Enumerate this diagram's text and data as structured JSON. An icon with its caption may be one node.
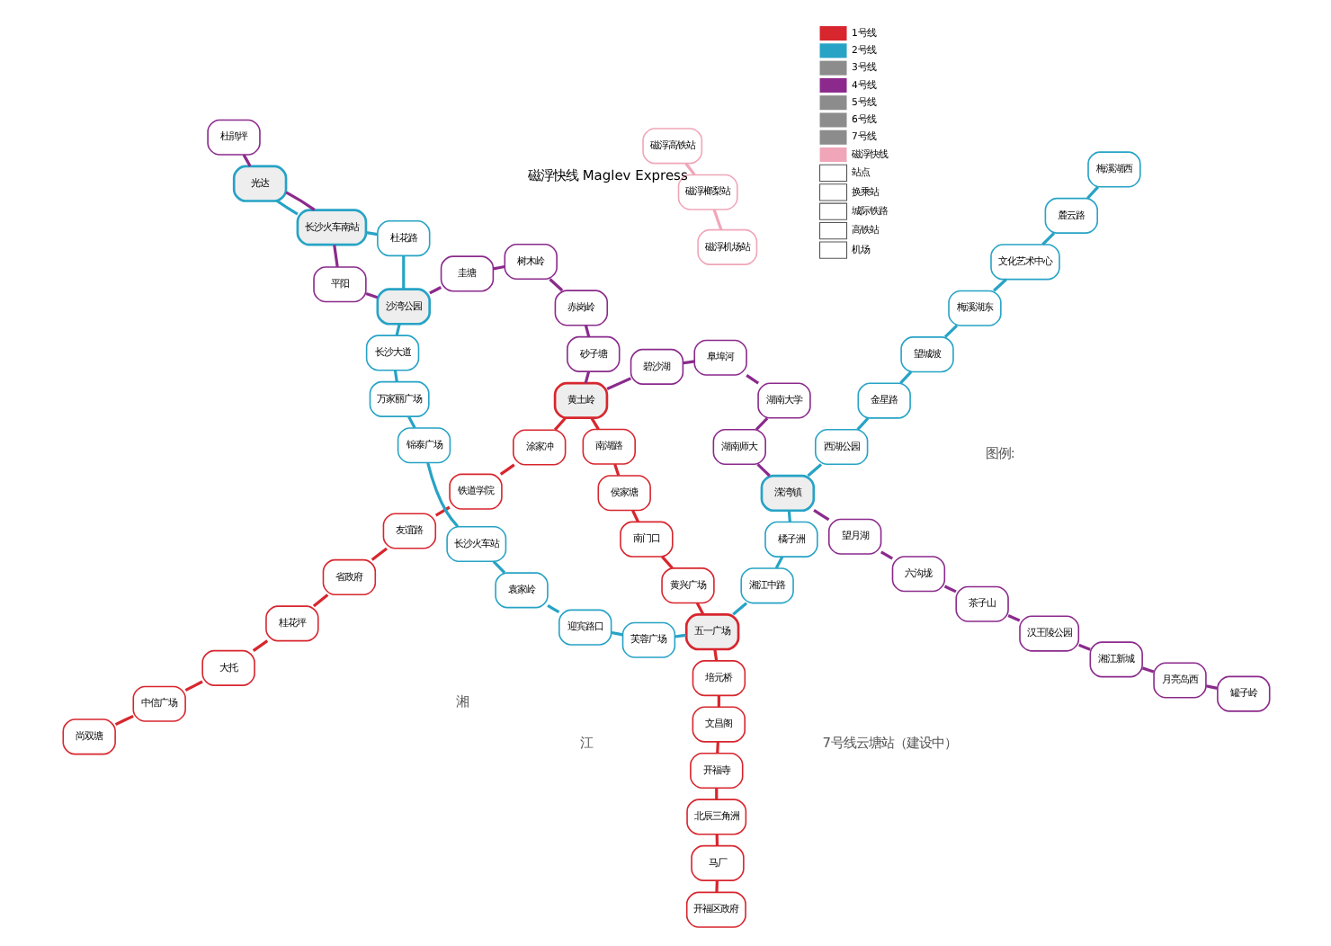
{
  "diagram": {
    "nodes": [
      {
        "text": [
          "开福区政府"
        ]
      },
      {
        "text": [
          "马厂"
        ]
      },
      {
        "text": [
          "北辰三角洲"
        ]
      },
      {
        "text": [
          "开福寺"
        ]
      },
      {
        "text": [
          "文昌阁"
        ]
      },
      {
        "text": [
          "培元桥"
        ]
      },
      {
        "text": [
          "五一广场"
        ]
      },
      {
        "text": [
          "黄兴广场"
        ]
      },
      {
        "text": [
          "南门口"
        ]
      },
      {
        "text": [
          "侯家塘"
        ]
      },
      {
        "text": [
          "南湖路"
        ]
      },
      {
        "text": [
          "黄土岭"
        ]
      },
      {
        "text": [
          "涂家冲"
        ]
      },
      {
        "text": [
          "铁道学院"
        ]
      },
      {
        "text": [
          "友谊路"
        ]
      },
      {
        "text": [
          "省政府"
        ]
      },
      {
        "text": [
          "桂花坪"
        ]
      },
      {
        "text": [
          "大托"
        ]
      },
      {
        "text": [
          "中信广场"
        ]
      },
      {
        "text": [
          "尚双塘"
        ]
      },
      {
        "text": [
          "梅溪湖西"
        ]
      },
      {
        "text": [
          "麓云路"
        ]
      },
      {
        "text": [
          "文化艺术中心"
        ]
      },
      {
        "text": [
          "梅溪湖东"
        ]
      },
      {
        "text": [
          "望城坡"
        ]
      },
      {
        "text": [
          "金星路"
        ]
      },
      {
        "text": [
          "西湖公园"
        ]
      },
      {
        "text": [
          "溁湾镇"
        ]
      },
      {
        "text": [
          "橘子洲"
        ]
      },
      {
        "text": [
          "湘江中路"
        ]
      },
      {
        "text": [
          "芙蓉广场"
        ]
      },
      {
        "text": [
          "迎宾路口"
        ]
      },
      {
        "text": [
          "袁家岭"
        ]
      },
      {
        "text": [
          "长沙火车站"
        ]
      },
      {
        "text": [
          "锦泰广场"
        ]
      },
      {
        "text": [
          "万家丽广场"
        ]
      },
      {
        "text": [
          "长沙大道"
        ]
      },
      {
        "text": [
          "沙湾公园"
        ]
      },
      {
        "text": [
          "杜花路"
        ]
      },
      {
        "text": [
          "长沙火车南站"
        ]
      },
      {
        "text": [
          "光达"
        ]
      },
      {
        "text": [
          "罐子岭"
        ]
      },
      {
        "text": [
          "月亮岛西"
        ]
      },
      {
        "text": [
          "湘江新城"
        ]
      },
      {
        "text": [
          "汉王陵公园"
        ]
      },
      {
        "text": [
          "茶子山"
        ]
      },
      {
        "text": [
          "六沟垅"
        ]
      },
      {
        "text": [
          "望月湖"
        ]
      },
      {
        "text": [
          "湖南师大"
        ]
      },
      {
        "text": [
          "湖南大学"
        ]
      },
      {
        "text": [
          "阜埠河"
        ]
      },
      {
        "text": [
          "碧沙湖"
        ]
      },
      {
        "text": [
          "砂子塘"
        ]
      },
      {
        "text": [
          "赤岗岭"
        ]
      },
      {
        "text": [
          "树木岭"
        ]
      },
      {
        "text": [
          "圭塘"
        ]
      },
      {
        "text": [
          "平阳"
        ]
      },
      {
        "text": [
          "杜鹃坪"
        ]
      },
      {
        "text": [
          "磁浮高铁站"
        ]
      },
      {
        "text": [
          "磁浮榔梨站"
        ]
      },
      {
        "text": [
          "磁浮机场站"
        ]
      }
    ],
    "edges": [
      {
        "from": 0,
        "to": 1,
        "arrow": "none",
        "color": "#d7262e"
      },
      {
        "from": 1,
        "to": 2,
        "arrow": "none",
        "color": "#d7262e"
      },
      {
        "from": 2,
        "to": 3,
        "arrow": "none",
        "color": "#d7262e"
      },
      {
        "from": 3,
        "to": 4,
        "arrow": "none",
        "color": "#d7262e"
      },
      {
        "from": 4,
        "to": 5,
        "arrow": "none",
        "color": "#d7262e"
      },
      {
        "from": 5,
        "to": 6,
        "arrow": "none",
        "color": "#d7262e"
      },
      {
        "from": 6,
        "to": 7,
        "arrow": "none",
        "color": "#d7262e"
      },
      {
        "from": 7,
        "to": 8,
        "arrow": "none",
        "color": "#d7262e"
      },
      {
        "from": 8,
        "to": 9,
        "arrow": "none",
        "color": "#d7262e"
      },
      {
        "from": 9,
        "to": 10,
        "arrow": "none",
        "color": "#d7262e"
      },
      {
        "from": 10,
        "to": 11,
        "arrow": "none",
        "color": "#d7262e"
      },
      {
        "from": 11,
        "to": 12,
        "arrow": "none",
        "color": "#d7262e"
      },
      {
        "from": 12,
        "to": 13,
        "arrow": "none",
        "color": "#d7262e"
      },
      {
        "from": 13,
        "to": 14,
        "arrow": "none",
        "color": "#d7262e"
      },
      {
        "from": 14,
        "to": 15,
        "arrow": "none",
        "color": "#d7262e"
      },
      {
        "from": 15,
        "to": 16,
        "arrow": "none",
        "color": "#d7262e"
      },
      {
        "from": 16,
        "to": 17,
        "arrow": "none",
        "color": "#d7262e"
      },
      {
        "from": 17,
        "to": 18,
        "arrow": "none",
        "color": "#d7262e"
      },
      {
        "from": 18,
        "to": 19,
        "arrow": "none",
        "color": "#d7262e"
      },
      {
        "from": 20,
        "to": 21,
        "arrow": "none",
        "color": "#27a3c5"
      },
      {
        "from": 21,
        "to": 22,
        "arrow": "none",
        "color": "#27a3c5"
      },
      {
        "from": 22,
        "to": 23,
        "arrow": "none",
        "color": "#27a3c5"
      },
      {
        "from": 23,
        "to": 24,
        "arrow": "none",
        "color": "#27a3c5"
      },
      {
        "from": 24,
        "to": 25,
        "arrow": "none",
        "color": "#27a3c5"
      },
      {
        "from": 25,
        "to": 26,
        "arrow": "none",
        "color": "#27a3c5"
      },
      {
        "from": 26,
        "to": 27,
        "arrow": "none",
        "color": "#27a3c5"
      },
      {
        "from": 27,
        "to": 28,
        "arrow": "none",
        "color": "#27a3c5"
      },
      {
        "from": 28,
        "to": 29,
        "arrow": "none",
        "color": "#27a3c5"
      },
      {
        "from": 29,
        "to": 6,
        "arrow": "none",
        "color": "#27a3c5"
      },
      {
        "from": 6,
        "to": 30,
        "arrow": "none",
        "color": "#27a3c5"
      },
      {
        "from": 30,
        "to": 31,
        "arrow": "none",
        "color": "#27a3c5"
      },
      {
        "from": 31,
        "to": 32,
        "arrow": "none",
        "color": "#27a3c5"
      },
      {
        "from": 32,
        "to": 33,
        "arrow": "none",
        "color": "#27a3c5"
      },
      {
        "from": 33,
        "to": 34,
        "arrow": "none",
        "color": "#27a3c5"
      },
      {
        "from": 34,
        "to": 35,
        "arrow": "none",
        "color": "#27a3c5"
      },
      {
        "from": 35,
        "to": 36,
        "arrow": "none",
        "color": "#27a3c5"
      },
      {
        "from": 36,
        "to": 37,
        "arrow": "none",
        "color": "#27a3c5"
      },
      {
        "from": 37,
        "to": 38,
        "arrow": "none",
        "color": "#27a3c5"
      },
      {
        "from": 38,
        "to": 39,
        "arrow": "none",
        "color": "#27a3c5"
      },
      {
        "from": 39,
        "to": 40,
        "arrow": "none",
        "color": "#27a3c5"
      },
      {
        "from": 41,
        "to": 42,
        "arrow": "none",
        "color": "#8b2a8c"
      },
      {
        "from": 42,
        "to": 43,
        "arrow": "none",
        "color": "#8b2a8c"
      },
      {
        "from": 43,
        "to": 44,
        "arrow": "none",
        "color": "#8b2a8c"
      },
      {
        "from": 44,
        "to": 45,
        "arrow": "none",
        "color": "#8b2a8c"
      },
      {
        "from": 45,
        "to": 46,
        "arrow": "none",
        "color": "#8b2a8c"
      },
      {
        "from": 46,
        "to": 47,
        "arrow": "none",
        "color": "#8b2a8c"
      },
      {
        "from": 47,
        "to": 27,
        "arrow": "none",
        "color": "#8b2a8c"
      },
      {
        "from": 27,
        "to": 48,
        "arrow": "none",
        "color": "#8b2a8c"
      },
      {
        "from": 48,
        "to": 49,
        "arrow": "none",
        "color": "#8b2a8c"
      },
      {
        "from": 49,
        "to": 50,
        "arrow": "none",
        "color": "#8b2a8c"
      },
      {
        "from": 50,
        "to": 51,
        "arrow": "none",
        "color": "#8b2a8c"
      },
      {
        "from": 51,
        "to": 11,
        "arrow": "none",
        "color": "#8b2a8c"
      },
      {
        "from": 11,
        "to": 52,
        "arrow": "none",
        "color": "#8b2a8c"
      },
      {
        "from": 52,
        "to": 53,
        "arrow": "none",
        "color": "#8b2a8c"
      },
      {
        "from": 53,
        "to": 54,
        "arrow": "none",
        "color": "#8b2a8c"
      },
      {
        "from": 54,
        "to": 55,
        "arrow": "none",
        "color": "#8b2a8c"
      },
      {
        "from": 55,
        "to": 37,
        "arrow": "none",
        "color": "#8b2a8c"
      },
      {
        "from": 37,
        "to": 56,
        "arrow": "none",
        "color": "#8b2a8c"
      },
      {
        "from": 56,
        "to": 39,
        "arrow": "none",
        "color": "#8b2a8c"
      },
      {
        "from": 39,
        "to": 40,
        "arrow": "none",
        "color": "#8b2a8c"
      },
      {
        "from": 40,
        "to": 57,
        "arrow": "none",
        "color": "#8b2a8c"
      },
      {
        "from": 58,
        "to": 59,
        "arrow": "none",
        "label": "磁浮快线 Maglev Express",
        "color": "#f0a6b8"
      },
      {
        "from": 59,
        "to": 60,
        "arrow": "none",
        "color": "#f0a6b8"
      }
    ],
    "labels": [
      "湘",
      "江",
      "图例:",
      "7号线云塘站（建设中）"
    ],
    "legend": [
      {
        "text": "1号线",
        "color": "#d7262e"
      },
      {
        "text": "2号线",
        "color": "#27a3c5"
      },
      {
        "text": "3号线",
        "color": "#8c8c8c"
      },
      {
        "text": "4号线",
        "color": "#8b2a8c"
      },
      {
        "text": "5号线",
        "color": "#8c8c8c"
      },
      {
        "text": "6号线",
        "color": "#8c8c8c"
      },
      {
        "text": "7号线",
        "color": "#8c8c8c"
      },
      {
        "text": "磁浮快线",
        "color": "#f0a6b8"
      },
      {
        "text": "站点"
      },
      {
        "text": "换乘站"
      },
      {
        "text": "城际铁路"
      },
      {
        "text": "高铁站"
      },
      {
        "text": "机场"
      }
    ]
  }
}
